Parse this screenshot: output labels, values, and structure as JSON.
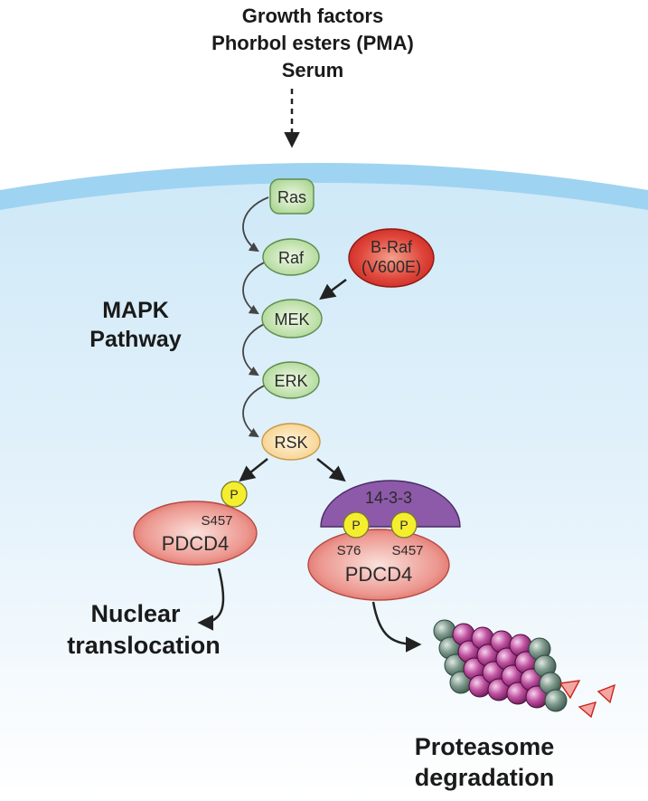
{
  "stimuli": {
    "line1": "Growth factors",
    "line2": "Phorbol esters (PMA)",
    "line3": "Serum"
  },
  "pathway": {
    "line1": "MAPK",
    "line2": "Pathway"
  },
  "nodes": {
    "ras": "Ras",
    "raf": "Raf",
    "braf_line1": "B-Raf",
    "braf_line2": "(V600E)",
    "mek": "MEK",
    "erk": "ERK",
    "rsk": "RSK"
  },
  "left_branch": {
    "phospho": "P",
    "site": "S457",
    "protein": "PDCD4",
    "outcome_line1": "Nuclear",
    "outcome_line2": "translocation"
  },
  "right_branch": {
    "adaptor": "14-3-3",
    "phospho_a": "P",
    "phospho_b": "P",
    "site_a": "S76",
    "site_b": "S457",
    "protein": "PDCD4",
    "outcome_line1": "Proteasome",
    "outcome_line2": "degradation"
  },
  "colors": {
    "membrane": "#9fd3f2",
    "cytoplasm_top": "#cfe9f8",
    "cytoplasm_bottom": "#ffffff",
    "node_green": "#c9e7b7",
    "node_orange": "#fbe2b2",
    "braf_red": "#d9312a",
    "pdcd4_red": "#e67f79",
    "phospho_yellow": "#f4ee2e",
    "adaptor_purple": "#8c5aa8",
    "proteasome_gray": "#6f8a7f",
    "proteasome_magenta": "#b24a94"
  }
}
